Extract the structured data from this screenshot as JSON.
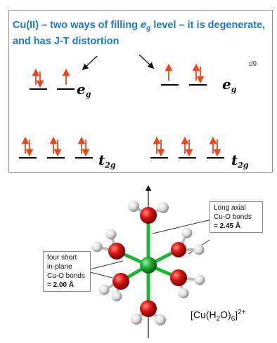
{
  "title": {
    "part1": "Cu(II) – two ways of filling ",
    "eg_e": "e",
    "eg_g": "g",
    "part2": " level – it is degenerate, and has J-T distortion"
  },
  "config_label": "d9",
  "levels": {
    "eg": {
      "main": "e",
      "sub": "g"
    },
    "t2g": {
      "main": "t",
      "sub": "2g"
    }
  },
  "callouts": {
    "axial": {
      "line1": "Long axial",
      "line2": "Cu-O bonds",
      "line3": "= 2.45 Å"
    },
    "inplane": {
      "line1": "four short",
      "line2": "in-plane",
      "line3": "Cu-O bonds",
      "line4": "= 2.00 Å"
    }
  },
  "complex_label": {
    "prefix": "[Cu(H",
    "sub1": "2",
    "mid": "O)",
    "sub2": "6",
    "suffix": "]",
    "charge": "2+"
  },
  "colors": {
    "title": "#1e78c8",
    "arrow": "#e8481e",
    "copper": "#22b33a",
    "oxygen": "#d41616",
    "hydrogen": "#e6e6e6"
  }
}
